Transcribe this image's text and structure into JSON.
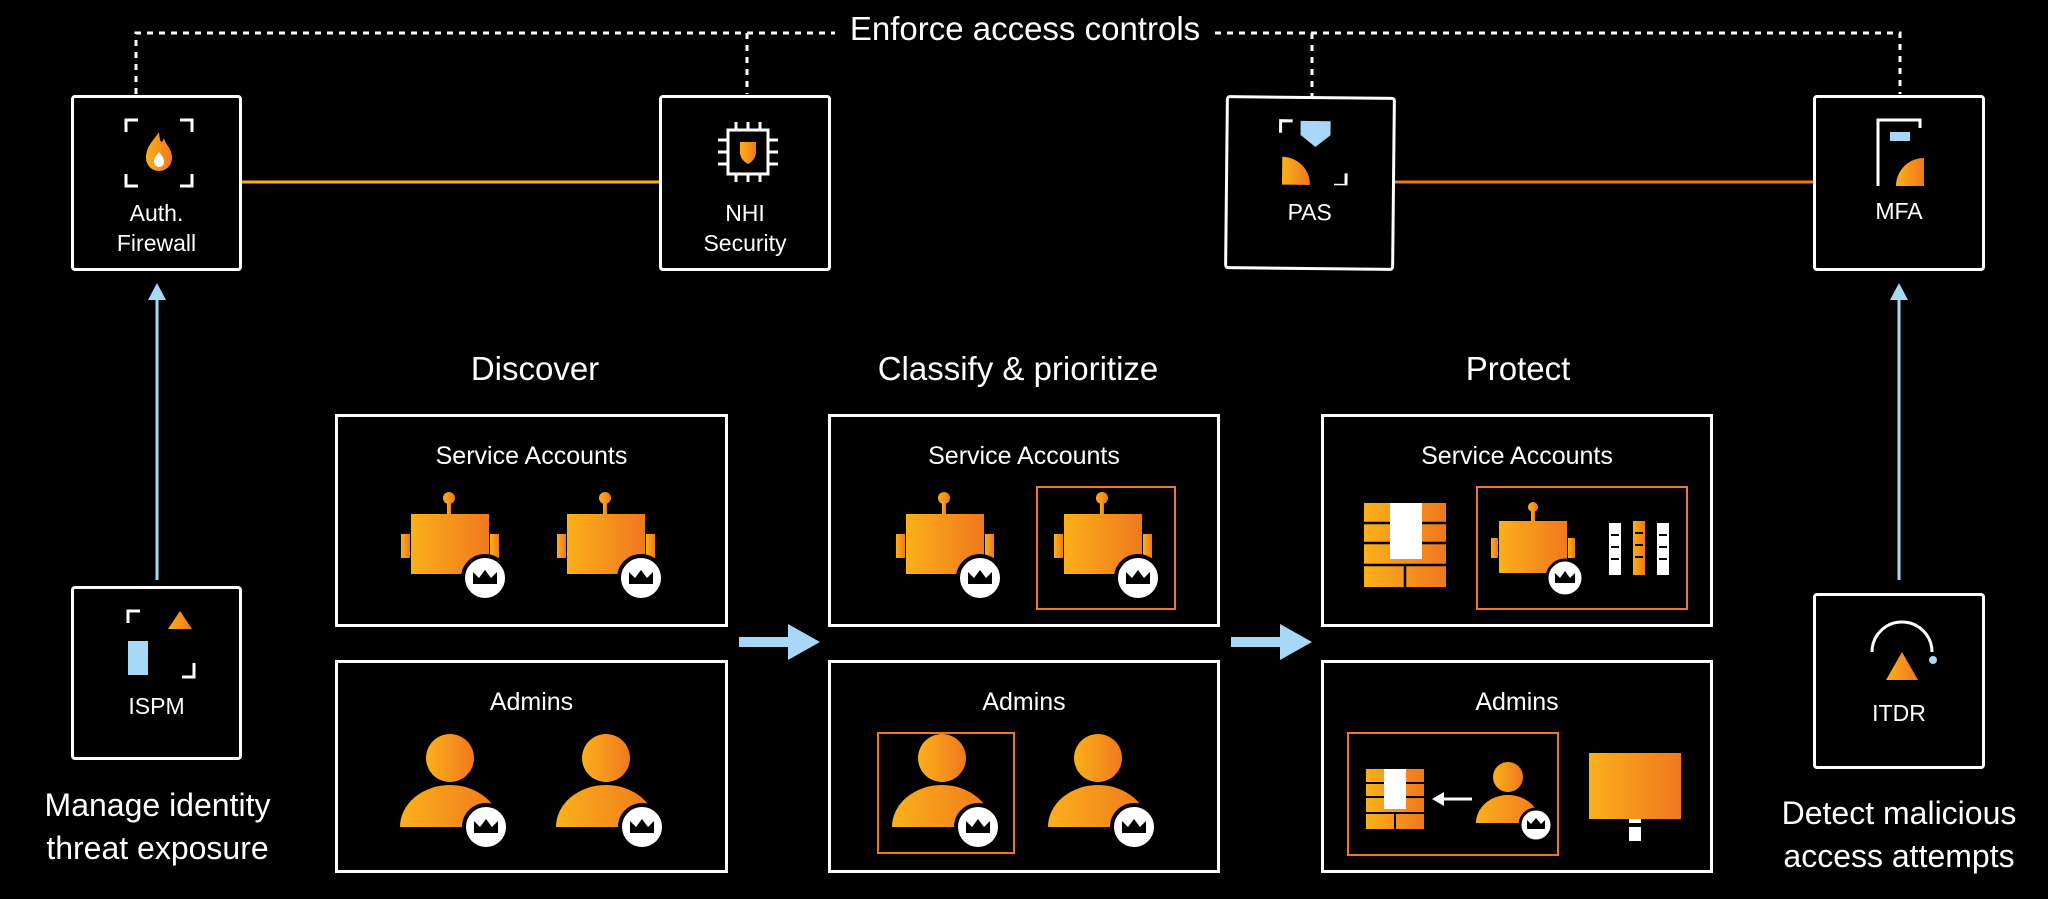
{
  "header": {
    "label": "Enforce access controls"
  },
  "tools": {
    "auth_firewall": {
      "line1": "Auth.",
      "line2": "Firewall"
    },
    "nhi_security": {
      "line1": "NHI",
      "line2": "Security"
    },
    "pas": {
      "label": "PAS"
    },
    "mfa": {
      "label": "MFA"
    },
    "ispm": {
      "label": "ISPM"
    },
    "itdr": {
      "label": "ITDR"
    }
  },
  "stages": {
    "discover": "Discover",
    "classify": "Classify & prioritize",
    "protect": "Protect"
  },
  "panels": {
    "service_accounts": "Service Accounts",
    "admins": "Admins"
  },
  "captions": {
    "left_line1": "Manage identity",
    "left_line2": "threat exposure",
    "right_line1": "Detect malicious",
    "right_line2": "access attempts"
  },
  "colors": {
    "orange": "#f0781e",
    "amber": "#fbb01a",
    "light_blue": "#a8d8f8",
    "background": "#000000",
    "foreground": "#ffffff"
  }
}
